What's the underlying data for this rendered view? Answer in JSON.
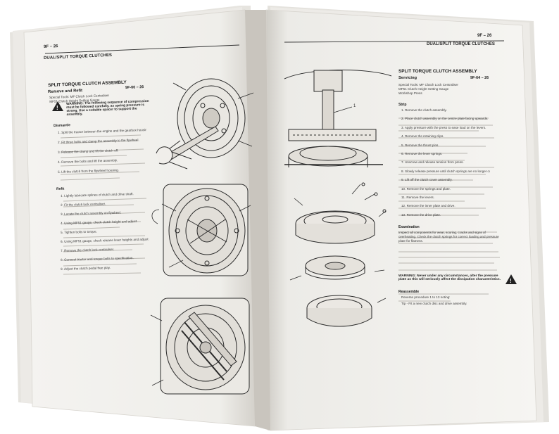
{
  "left_page": {
    "page_number": "9F – 26",
    "running_head": "DUAL/SPLIT TORQUE CLUTCHES",
    "section_title": "SPLIT TORQUE CLUTCH ASSEMBLY",
    "subsection": "Remove and Refit",
    "op_number": "9F-60 – 26",
    "special_tools": "Special Tools: MF Clutch Lock Centraliser\nMF51 Clutch Height Setting Gauge",
    "warning_text": "WARNING: The following sequence of compression must be followed carefully, as spring pressure is strong. Use a suitable spacer to support the assembly.",
    "dismantle_label": "Dismantle",
    "dismantle_steps": [
      "1. Split the tractor between the engine and the gearbox housing assembly.",
      "2. Fit three bolts and clamp the assembly to the flywheel.",
      "3. Release the clamp and lift the clutch off.",
      "4. Remove the bolts and lift the assembly.",
      "5. Lift the clutch from the flywheel housing."
    ],
    "refit_label": "Refit",
    "refit_steps": [
      "1. Lightly lubricate splines of clutch and drive shaft.",
      "2. Fit the clutch lock centraliser.",
      "3. Locate the clutch assembly on flywheel.",
      "4. Using MF51 gauge, check clutch height and adjust.",
      "5. Tighten bolts to torque.",
      "6. Using MF51 gauge, check release lever heights and adjust as necessary.",
      "7. Remove the clutch lock centraliser.",
      "8. Connect tractor and torque bolts to specification.",
      "9. Adjust the clutch pedal free play."
    ]
  },
  "right_page": {
    "page_number": "9F – 26",
    "running_head": "DUAL/SPLIT TORQUE CLUTCHES",
    "section_title": "SPLIT TORQUE CLUTCH ASSEMBLY",
    "subsection": "Servicing",
    "op_number": "9F-64 – 26",
    "special_tools": "Special Tools: MF Clutch Lock Centraliser\nMF51 Clutch Height Setting Gauge\nWorkshop Press",
    "strip_label": "Strip",
    "strip_steps": [
      "1. Remove the clutch assembly.",
      "2. Place clutch assembly on the centre plate facing upwards.",
      "3. Apply pressure with the press to ease load on the levers.",
      "4. Remove the retaining clips.",
      "5. Remove the thrust pins.",
      "6. Remove the lever springs.",
      "7. Unscrew and release tension from press.",
      "8. Slowly release pressure until clutch springs are no longer compressed.",
      "9. Lift off the clutch cover assembly.",
      "10. Remove the springs and plate.",
      "11. Remove the levers.",
      "12. Remove the inner plate and drive.",
      "13. Remove the drive plate."
    ],
    "examination_label": "Examination",
    "examination_text": "Inspect all components for wear, scoring, cracks and signs of overheating. Check the clutch springs for correct loading and pressure plate for flatness.",
    "warning_text": "WARNING: Never under any circumstances, alter the pressure plate as this will seriously affect the dissipation characteristics.",
    "reassemble_label": "Reassemble",
    "reassemble_steps": [
      "Reverse procedure 1 to 13 noting:",
      "Tip - Fit a new clutch disc and drive assembly."
    ]
  },
  "figures": [
    {
      "name": "figure-clutch-lock-tool",
      "callout": ""
    },
    {
      "name": "figure-clutch-flywheel-assembly",
      "callout": ""
    },
    {
      "name": "figure-clutch-height-gauge",
      "callout": ""
    },
    {
      "name": "figure-press-compression",
      "callout": "1"
    },
    {
      "name": "figure-exploded-clutch",
      "callout": ""
    }
  ],
  "colors": {
    "paper": "#f2f0ec",
    "paper_shadow": "#d6d3cd",
    "ink": "#2a2a2a",
    "background": "#ffffff"
  }
}
